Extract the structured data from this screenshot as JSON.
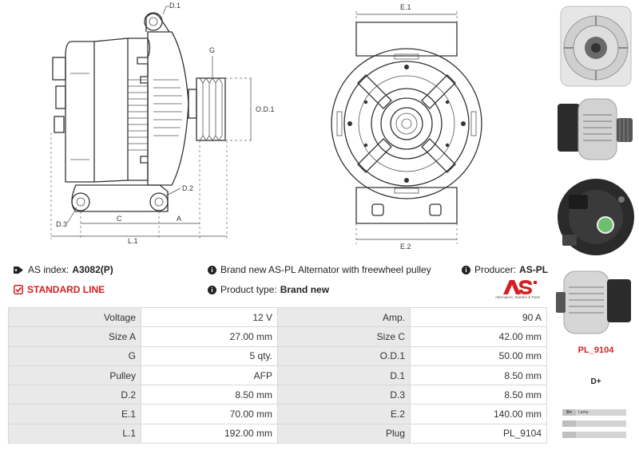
{
  "drawing": {
    "labels": {
      "d1": "D.1",
      "g": "G",
      "od1": "O.D.1",
      "d2": "D.2",
      "d3": "D.3",
      "c": "C",
      "a": "A",
      "l1": "L.1",
      "e1": "E.1",
      "e2": "E.2"
    }
  },
  "info": {
    "as_index_label": "AS index:",
    "as_index_value": "A3082(P)",
    "standard_line": "STANDARD LINE",
    "description": "Brand new AS-PL Alternator with freewheel pulley",
    "product_type_label": "Product type:",
    "product_type_value": "Brand new",
    "producer_label": "Producer:",
    "producer_value": "AS-PL"
  },
  "logo": {
    "text": "AS",
    "tagline": "Alternators, Starters & Parts",
    "color": "#d42020"
  },
  "specs": [
    [
      {
        "label": "Voltage",
        "value": "12 V"
      },
      {
        "label": "Amp.",
        "value": "90 A"
      }
    ],
    [
      {
        "label": "Size A",
        "value": "27.00 mm"
      },
      {
        "label": "Size C",
        "value": "42.00 mm"
      }
    ],
    [
      {
        "label": "G",
        "value": "5 qty."
      },
      {
        "label": "O.D.1",
        "value": "50.00 mm"
      }
    ],
    [
      {
        "label": "Pulley",
        "value": "AFP"
      },
      {
        "label": "D.1",
        "value": "8.50 mm"
      }
    ],
    [
      {
        "label": "D.2",
        "value": "8.50 mm"
      },
      {
        "label": "D.3",
        "value": "8.50 mm"
      }
    ],
    [
      {
        "label": "E.1",
        "value": "70.00 mm"
      },
      {
        "label": "E.2",
        "value": "140.00 mm"
      }
    ],
    [
      {
        "label": "L.1",
        "value": "192.00 mm"
      },
      {
        "label": "Plug",
        "value": "PL_9104"
      }
    ]
  ],
  "right_column": {
    "plug_code": "PL_9104",
    "terminal": "D+",
    "connector": [
      {
        "key": "D+",
        "value": "Lamp"
      },
      {
        "key": "",
        "value": ""
      },
      {
        "key": "",
        "value": ""
      }
    ]
  },
  "colors": {
    "accent_red": "#d42020",
    "label_cell_bg": "#e9e9e9",
    "border": "#d8d8d8"
  }
}
